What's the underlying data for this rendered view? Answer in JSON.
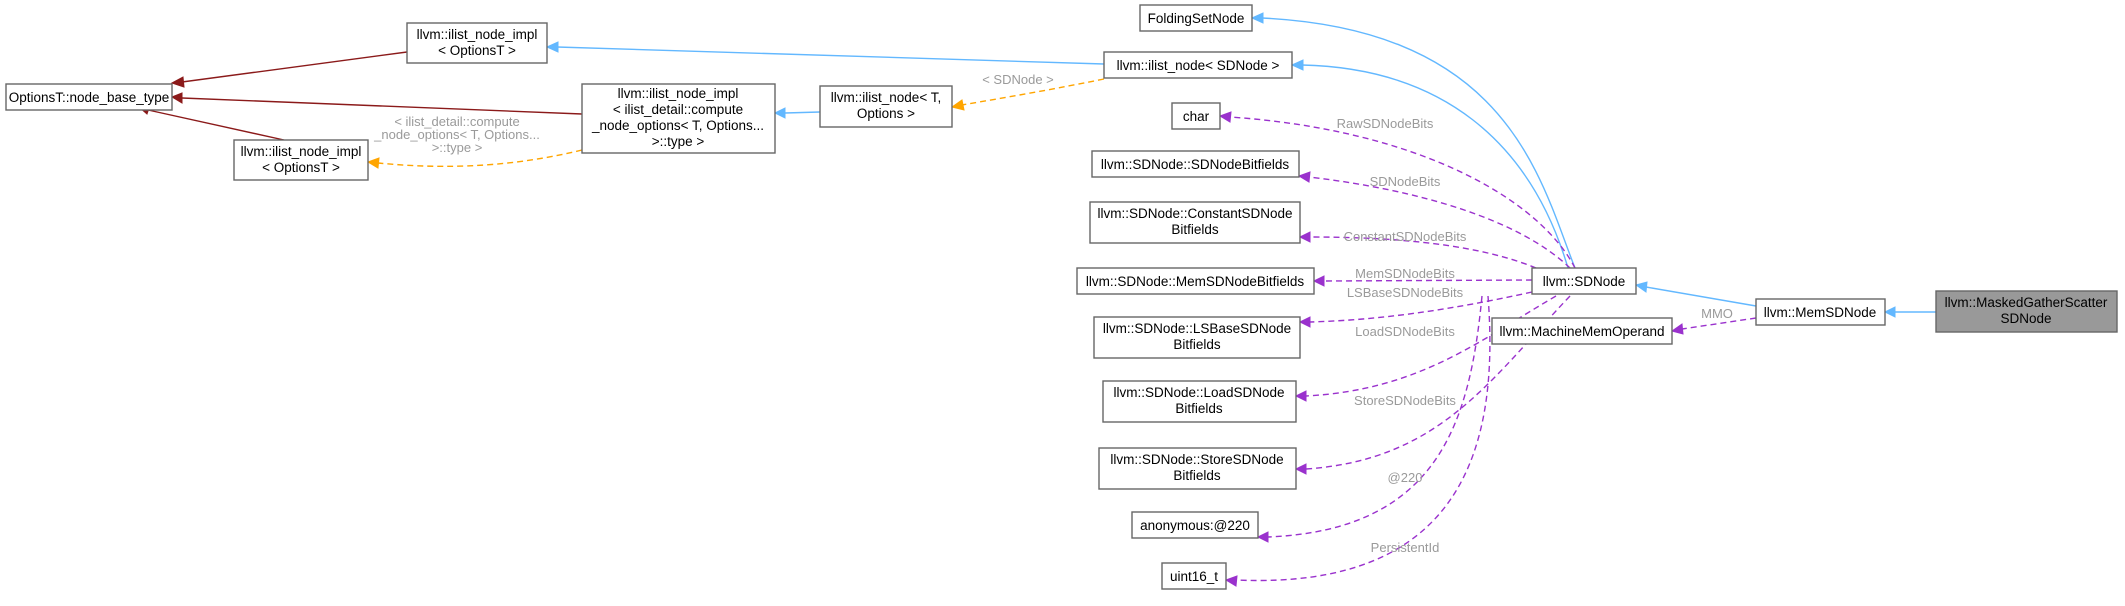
{
  "nodes": {
    "options_base": {
      "lines": [
        "OptionsT::node_base_type"
      ]
    },
    "ilist_impl_top": {
      "lines": [
        "llvm::ilist_node_impl",
        "< OptionsT >"
      ]
    },
    "ilist_impl_bottom": {
      "lines": [
        "llvm::ilist_node_impl",
        "< OptionsT >"
      ]
    },
    "ilist_impl_mid": {
      "lines": [
        "llvm::ilist_node_impl",
        "< ilist_detail::compute",
        "_node_options< T, Options...",
        ">::type >"
      ]
    },
    "ilist_node_T": {
      "lines": [
        "llvm::ilist_node< T,",
        "Options >"
      ]
    },
    "folding_set_node": {
      "lines": [
        "FoldingSetNode"
      ]
    },
    "ilist_node_sdnode": {
      "lines": [
        "llvm::ilist_node< SDNode >"
      ]
    },
    "char_t": {
      "lines": [
        "char"
      ]
    },
    "sdnode_bitfields": {
      "lines": [
        "llvm::SDNode::SDNodeBitfields"
      ]
    },
    "constant_bitfields": {
      "lines": [
        "llvm::SDNode::ConstantSDNode",
        "Bitfields"
      ]
    },
    "mem_bitfields": {
      "lines": [
        "llvm::SDNode::MemSDNodeBitfields"
      ]
    },
    "lsbase_bitfields": {
      "lines": [
        "llvm::SDNode::LSBaseSDNode",
        "Bitfields"
      ]
    },
    "load_bitfields": {
      "lines": [
        "llvm::SDNode::LoadSDNode",
        "Bitfields"
      ]
    },
    "store_bitfields": {
      "lines": [
        "llvm::SDNode::StoreSDNode",
        "Bitfields"
      ]
    },
    "anon_220": {
      "lines": [
        "anonymous:@220"
      ]
    },
    "uint16_t": {
      "lines": [
        "uint16_t"
      ]
    },
    "sdnode": {
      "lines": [
        "llvm::SDNode"
      ]
    },
    "machine_mem_operand": {
      "lines": [
        "llvm::MachineMemOperand"
      ]
    },
    "mem_sdnode": {
      "lines": [
        "llvm::MemSDNode"
      ]
    },
    "masked_gather_scatter": {
      "lines": [
        "llvm::MaskedGatherScatter",
        "SDNode"
      ]
    }
  },
  "edge_labels": {
    "tmpl_impl_mid": [
      "< ilist_detail::compute",
      "_node_options< T, Options...",
      ">::type >"
    ],
    "tmpl_sdnode": [
      "< SDNode >"
    ],
    "raw_bits": [
      "RawSDNodeBits"
    ],
    "sdnode_bits": [
      "SDNodeBits"
    ],
    "constant_bits": [
      "ConstantSDNodeBits"
    ],
    "mem_bits": [
      "MemSDNodeBits"
    ],
    "lsbase_bits": [
      "LSBaseSDNodeBits"
    ],
    "load_bits": [
      "LoadSDNodeBits"
    ],
    "store_bits": [
      "StoreSDNodeBits"
    ],
    "anon": [
      "@220"
    ],
    "persistent": [
      "PersistentId"
    ],
    "mmo": [
      "MMO"
    ]
  },
  "colors": {
    "inheritance": "#63b8ff",
    "base_inheritance": "#8b1a1a",
    "template_instance": "#ffa500",
    "member_usage": "#9a32cd",
    "highlight_fill": "#999999"
  }
}
